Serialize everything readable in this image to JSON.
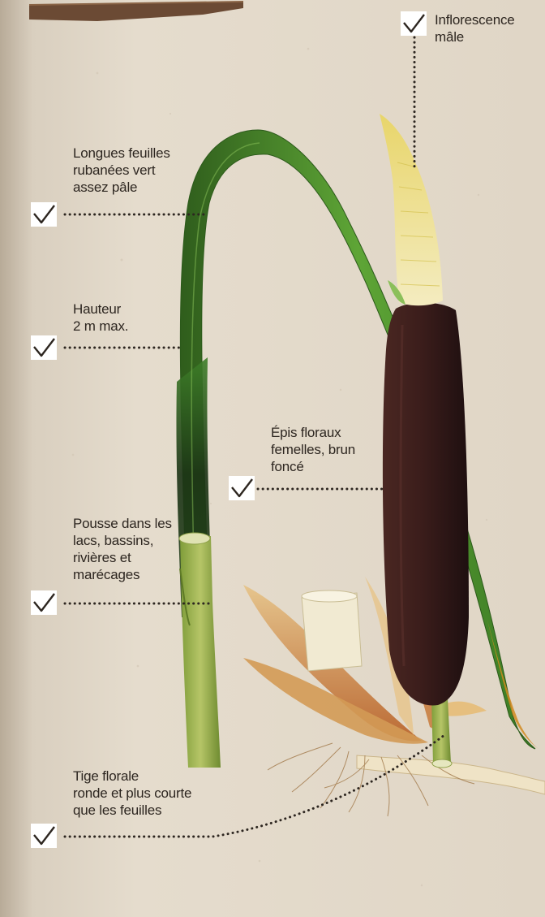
{
  "labels": {
    "male_inflorescence": [
      "Inflorescence",
      "mâle"
    ],
    "leaves": [
      "Longues feuilles",
      "rubanées vert",
      "assez pâle"
    ],
    "height": [
      "Hauteur",
      "2 m max."
    ],
    "female_spikes": [
      "Épis floraux",
      "femelles, brun",
      "foncé"
    ],
    "habitat": [
      "Pousse dans les",
      "lacs, bassins,",
      "rivières et",
      "marécages"
    ],
    "stem": [
      "Tige florale",
      "ronde et plus courte",
      "que les feuilles"
    ]
  },
  "colors": {
    "paper": "#e2d8c8",
    "leaf_green": "#4f9a2c",
    "leaf_dark": "#1f3a16",
    "spike_brown": "#3a1f1d",
    "male_yellow": "#efe39a",
    "text": "#2d2620"
  },
  "icons": [
    "check-mark-icon"
  ]
}
